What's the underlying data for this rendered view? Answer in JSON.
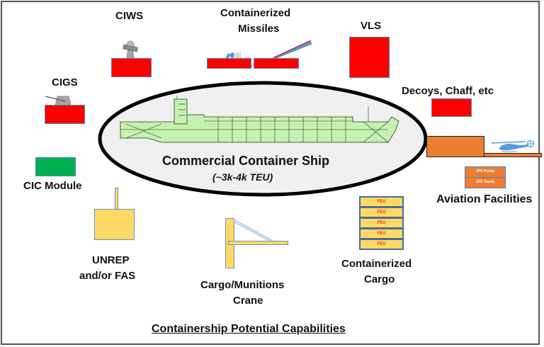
{
  "title": "Containership Potential Capabilities",
  "center": {
    "label": "Commercial Container Ship",
    "sublabel": "(~3k-4k TEU)"
  },
  "capabilities": {
    "ciws": "CIWS",
    "containerized_missiles": [
      "Containerized",
      "Missiles"
    ],
    "vls": "VLS",
    "cigs": "CIGS",
    "decoys": "Decoys, Chaff, etc",
    "cic_module": "CIC Module",
    "aviation": "Aviation Facilities",
    "unrep": [
      "UNREP",
      "and/or FAS"
    ],
    "crane": [
      "Cargo/Munitions",
      "Crane"
    ],
    "containerized_cargo": [
      "Containerized",
      "Cargo"
    ]
  },
  "aviation_modules": [
    "JP5 Pump",
    "JP5 Tanks"
  ],
  "cargo_stack": [
    "FEU",
    "FEU",
    "FEU",
    "FEU",
    "FEU"
  ],
  "colors": {
    "weapon": "#ff0000",
    "cic": "#00b050",
    "logistics": "#ffd966",
    "aviation": "#ed7d31",
    "ship_hull": "#c6f0b0",
    "ellipse_fill": "#f0f0f0"
  }
}
